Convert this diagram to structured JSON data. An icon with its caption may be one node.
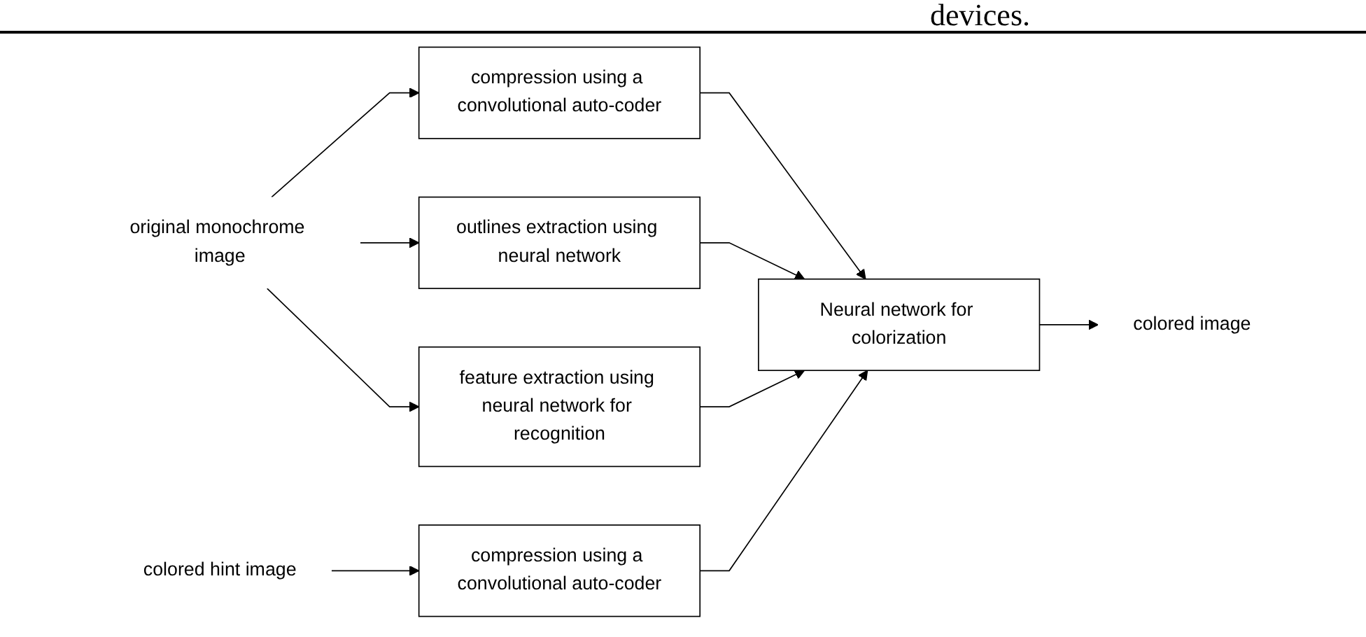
{
  "diagram": {
    "nodes": [
      {
        "text": [
          "original monochrome image"
        ]
      },
      {
        "text": [
          "compression using a convolutional auto-coder"
        ]
      },
      {
        "text": [
          "outlines extraction using neural network"
        ]
      },
      {
        "text": [
          "feature extraction using neural network for recognition"
        ]
      },
      {
        "text": [
          "colored hint image"
        ]
      },
      {
        "text": [
          "compression using a convolutional auto-coder"
        ]
      },
      {
        "text": [
          "Neural network for colorization"
        ]
      },
      {
        "text": [
          "colored image"
        ]
      }
    ],
    "edges": [
      {
        "from": 0,
        "to": 1,
        "arrow": "to"
      },
      {
        "from": 0,
        "to": 2,
        "arrow": "to"
      },
      {
        "from": 0,
        "to": 3,
        "arrow": "to"
      },
      {
        "from": 4,
        "to": 5,
        "arrow": "to"
      },
      {
        "from": 1,
        "to": 6,
        "arrow": "to"
      },
      {
        "from": 2,
        "to": 6,
        "arrow": "to"
      },
      {
        "from": 3,
        "to": 6,
        "arrow": "to"
      },
      {
        "from": 5,
        "to": 6,
        "arrow": "to"
      },
      {
        "from": 6,
        "to": 7,
        "arrow": "to"
      }
    ],
    "labels": [
      "devices."
    ]
  }
}
